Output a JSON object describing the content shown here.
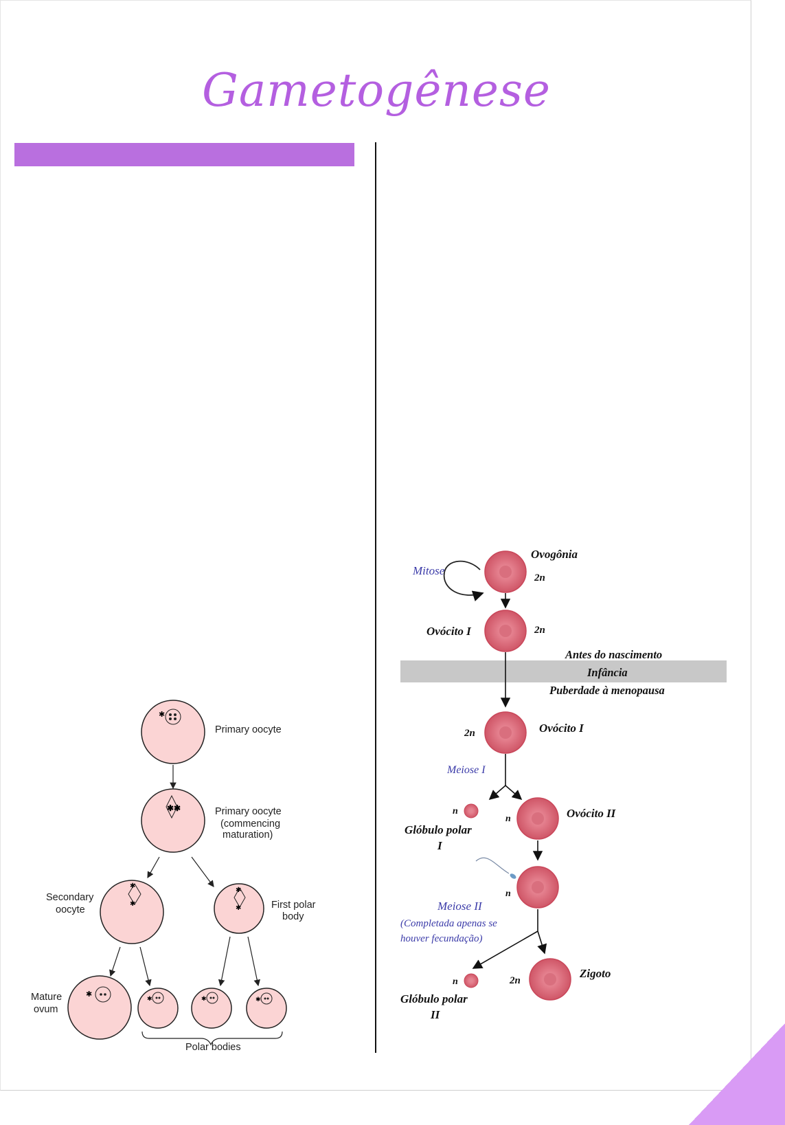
{
  "title": "Gametogênese",
  "left_diagram": {
    "labels": {
      "primary_oocyte": "Primary oocyte",
      "primary_oocyte_mat_line1": "Primary oocyte",
      "primary_oocyte_mat_line2": "(commencing",
      "primary_oocyte_mat_line3": "maturation)",
      "secondary_line1": "Secondary",
      "secondary_line2": "oocyte",
      "first_polar_line1": "First polar",
      "first_polar_line2": "body",
      "mature_line1": "Mature",
      "mature_line2": "ovum",
      "polar_bodies": "Polar bodies"
    }
  },
  "right_diagram": {
    "labels": {
      "mitose": "Mitose",
      "ovogonia": "Ovogônia",
      "ovogonia_ploidy": "2n",
      "ovocito1_top": "Ovócito I",
      "ovocito1_top_ploidy": "2n",
      "band_line1": "Antes do nascimento",
      "band_line2": "Infância",
      "band_line3": "Puberdade à menopausa",
      "ovocito1_bottom_ploidy": "2n",
      "ovocito1_bottom": "Ovócito I",
      "meiose1": "Meiose I",
      "globulo1_ploidy": "n",
      "globulo1_line1": "Glóbulo polar",
      "globulo1_line2": "I",
      "ovocito2_ploidy": "n",
      "ovocito2": "Ovócito II",
      "fertilized_ploidy": "n",
      "meiose2": "Meiose II",
      "meiose2_note_line1": "(Completada apenas se",
      "meiose2_note_line2": "houver fecundação)",
      "globulo2_ploidy": "n",
      "globulo2_line1": "Glóbulo polar",
      "globulo2_line2": "II",
      "zigoto_ploidy": "2n",
      "zigoto": "Zigoto"
    },
    "colors": {
      "cell": "#d96a78",
      "band": "#c8c8c8",
      "process_text": "#3a3aa8"
    }
  }
}
